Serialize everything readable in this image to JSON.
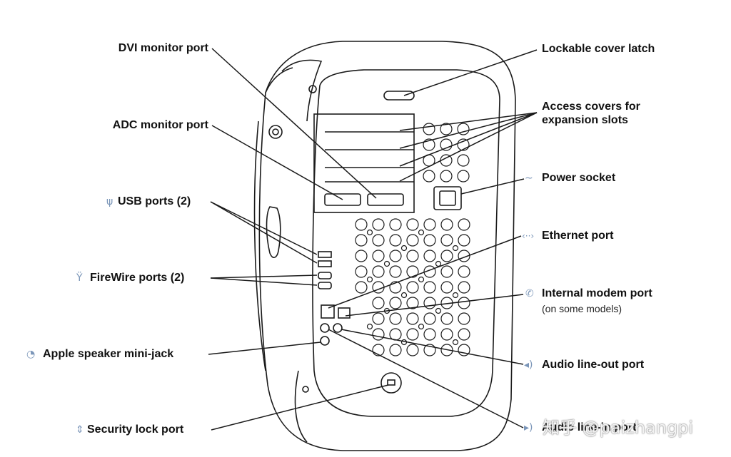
{
  "labels": {
    "dvi": "DVI monitor port",
    "adc": "ADC monitor port",
    "usb": "USB ports (2)",
    "firewire": "FireWire ports (2)",
    "speaker": "Apple speaker mini-jack",
    "security": "Security lock port",
    "latch": "Lockable cover latch",
    "access_line1": "Access covers for",
    "access_line2": "expansion slots",
    "power": "Power socket",
    "ethernet": "Ethernet port",
    "modem": "Internal modem port",
    "modem_note": "(on some models)",
    "audio_out": "Audio line-out port",
    "audio_in": "Audio line-in port"
  },
  "icons": {
    "usb": "usb-icon",
    "firewire": "firewire-icon",
    "speaker": "speaker-jack-icon",
    "security": "lock-icon",
    "power": "power-icon",
    "ethernet": "ethernet-icon",
    "modem": "phone-icon",
    "audio_out": "speaker-out-icon",
    "audio_in": "audio-in-icon"
  },
  "watermark": "知乎 @paizhangpi",
  "colors": {
    "line": "#1a1a1a",
    "icon": "#7a95b8",
    "text": "#111111"
  }
}
